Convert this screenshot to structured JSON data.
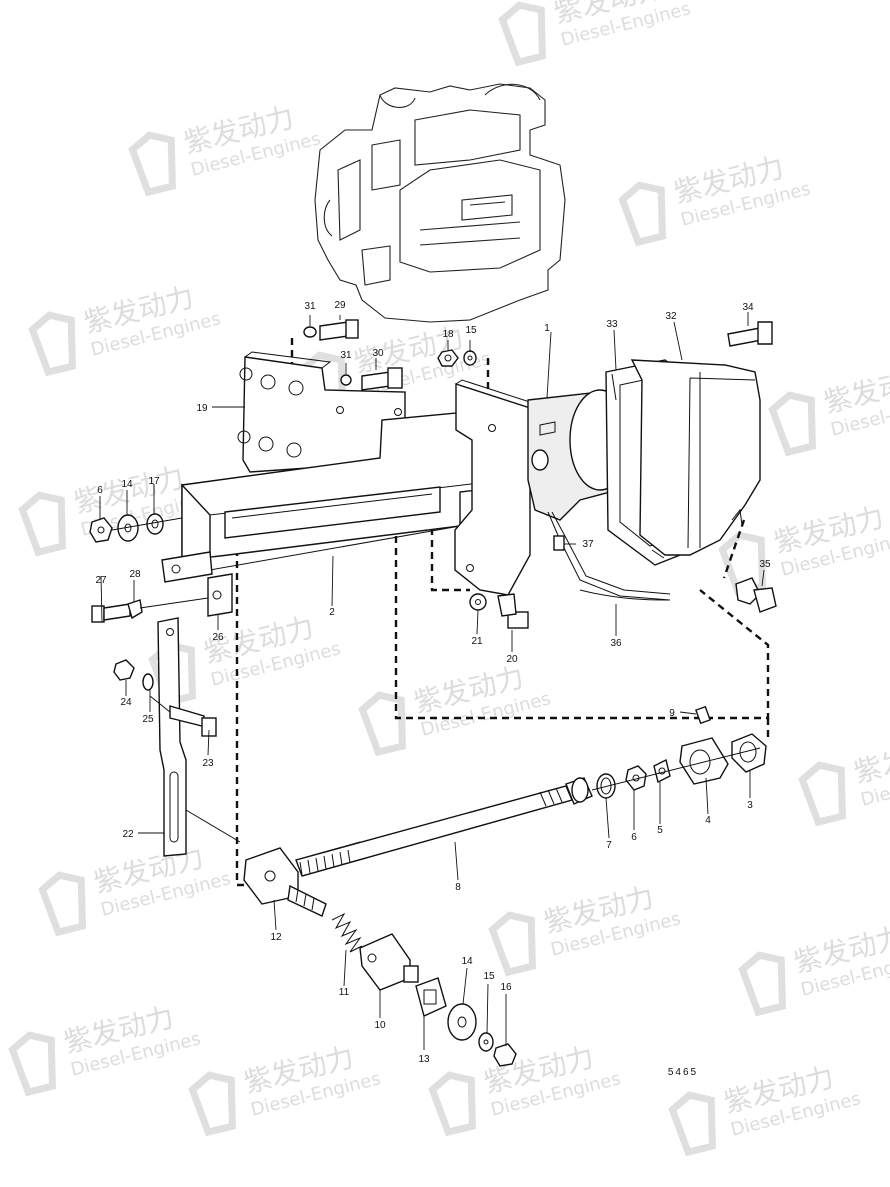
{
  "figure_code": "5465",
  "watermark": {
    "chinese": "紫发动力",
    "english": "Diesel-Engines",
    "color": "#d9d9d9"
  },
  "colors": {
    "line": "#111111",
    "background": "#ffffff"
  },
  "callouts": [
    {
      "id": "c1",
      "text": "1"
    },
    {
      "id": "c2",
      "text": "2"
    },
    {
      "id": "c3",
      "text": "3"
    },
    {
      "id": "c4",
      "text": "4"
    },
    {
      "id": "c5",
      "text": "5"
    },
    {
      "id": "c6a",
      "text": "6"
    },
    {
      "id": "c6b",
      "text": "6"
    },
    {
      "id": "c7",
      "text": "7"
    },
    {
      "id": "c8",
      "text": "8"
    },
    {
      "id": "c9",
      "text": "9"
    },
    {
      "id": "c10",
      "text": "10"
    },
    {
      "id": "c11",
      "text": "11"
    },
    {
      "id": "c12",
      "text": "12"
    },
    {
      "id": "c13",
      "text": "13"
    },
    {
      "id": "c14a",
      "text": "14"
    },
    {
      "id": "c14b",
      "text": "14"
    },
    {
      "id": "c15a",
      "text": "15"
    },
    {
      "id": "c15b",
      "text": "15"
    },
    {
      "id": "c16",
      "text": "16"
    },
    {
      "id": "c17",
      "text": "17"
    },
    {
      "id": "c18",
      "text": "18"
    },
    {
      "id": "c19",
      "text": "19"
    },
    {
      "id": "c20",
      "text": "20"
    },
    {
      "id": "c21",
      "text": "21"
    },
    {
      "id": "c22",
      "text": "22"
    },
    {
      "id": "c23",
      "text": "23"
    },
    {
      "id": "c24",
      "text": "24"
    },
    {
      "id": "c25",
      "text": "25"
    },
    {
      "id": "c26",
      "text": "26"
    },
    {
      "id": "c27",
      "text": "27"
    },
    {
      "id": "c28",
      "text": "28"
    },
    {
      "id": "c29",
      "text": "29"
    },
    {
      "id": "c30",
      "text": "30"
    },
    {
      "id": "c31a",
      "text": "31"
    },
    {
      "id": "c31b",
      "text": "31"
    },
    {
      "id": "c32",
      "text": "32"
    },
    {
      "id": "c33",
      "text": "33"
    },
    {
      "id": "c34",
      "text": "34"
    },
    {
      "id": "c35",
      "text": "35"
    },
    {
      "id": "c36",
      "text": "36"
    },
    {
      "id": "c37",
      "text": "37"
    }
  ]
}
